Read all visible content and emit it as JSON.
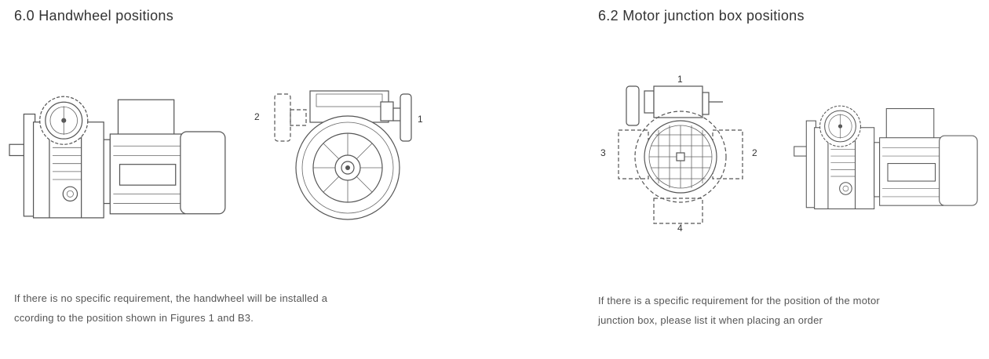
{
  "left": {
    "title": "6.0 Handwheel positions",
    "labels": {
      "pos2": "2",
      "pos1": "1"
    },
    "description_line1": "If there is no specific requirement, the handwheel will be installed a",
    "description_line2": "ccording to the position shown in Figures 1 and B3."
  },
  "right": {
    "title": "6.2 Motor junction box positions",
    "labels": {
      "pos1": "1",
      "pos2": "2",
      "pos3": "3",
      "pos4": "4"
    },
    "description_line1": "If there is a specific requirement for the position of the motor",
    "description_line2": "junction box, please list it when placing an order"
  }
}
